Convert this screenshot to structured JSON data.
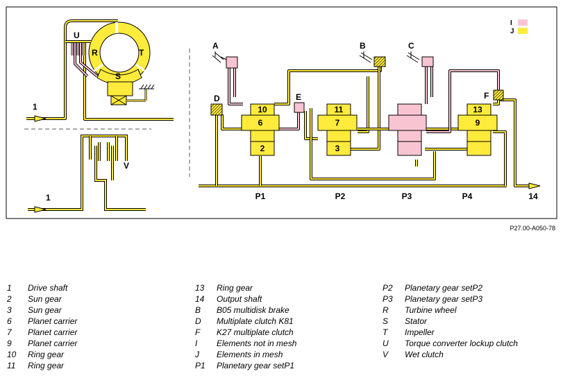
{
  "figure_ref": "P27.00-A050-78",
  "diagram": {
    "labels": {
      "drive_shaft_upper": "1",
      "drive_shaft_lower": "1",
      "lockup_clutch": "U",
      "turbine": "R",
      "impeller": "T",
      "stator": "S",
      "wet_clutch": "V",
      "brake_a": "A",
      "brake_b": "B",
      "brake_c": "C",
      "clutch_d": "D",
      "clutch_e": "E",
      "clutch_f": "F",
      "ring_gear_10": "10",
      "planet_carrier_6": "6",
      "sun_gear_2": "2",
      "ring_gear_11": "11",
      "planet_carrier_7": "7",
      "sun_gear_3": "3",
      "ring_gear_13": "13",
      "planet_carrier_9": "9",
      "set_p1": "P1",
      "set_p2": "P2",
      "set_p3": "P3",
      "set_p4": "P4",
      "output_shaft": "14",
      "key_i": "I",
      "key_j": "J"
    }
  },
  "colors": {
    "in_mesh": "#ffeb3b",
    "not_in_mesh": "#f9c4d2",
    "outline": "#000000"
  },
  "legend": {
    "col1": [
      {
        "key": "1",
        "text": "Drive shaft"
      },
      {
        "key": "2",
        "text": "Sun gear"
      },
      {
        "key": "3",
        "text": "Sun gear"
      },
      {
        "key": "6",
        "text": "Planet carrier"
      },
      {
        "key": "7",
        "text": "Planet carrier"
      },
      {
        "key": "9",
        "text": "Planet carrier"
      },
      {
        "key": "10",
        "text": "Ring gear"
      },
      {
        "key": "11",
        "text": "Ring gear"
      }
    ],
    "col2": [
      {
        "key": "13",
        "text": "Ring gear"
      },
      {
        "key": "14",
        "text": "Output shaft"
      },
      {
        "key": "B",
        "text": "B05 multidisk brake"
      },
      {
        "key": "D",
        "text": "Multiplate clutch K81"
      },
      {
        "key": "F",
        "text": "K27 multiplate clutch"
      },
      {
        "key": "I",
        "text": "Elements not in mesh"
      },
      {
        "key": "J",
        "text": "Elements in mesh"
      },
      {
        "key": "P1",
        "text": "Planetary gear setP1"
      }
    ],
    "col3": [
      {
        "key": "P2",
        "text": "Planetary gear setP2"
      },
      {
        "key": "P3",
        "text": "Planetary gear setP3"
      },
      {
        "key": "R",
        "text": "Turbine wheel"
      },
      {
        "key": "S",
        "text": "Stator"
      },
      {
        "key": "T",
        "text": "Impeller"
      },
      {
        "key": "U",
        "text": "Torque converter lockup clutch"
      },
      {
        "key": "V",
        "text": "Wet clutch"
      }
    ]
  }
}
